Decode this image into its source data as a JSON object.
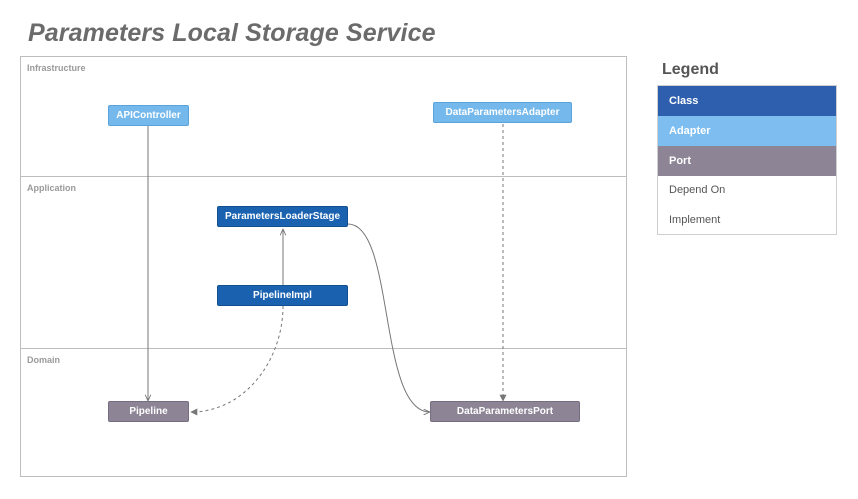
{
  "title": "Parameters Local Storage Service",
  "layers": {
    "infrastructure": "Infrastructure",
    "application": "Application",
    "domain": "Domain"
  },
  "nodes": {
    "api_controller": "APIController",
    "data_parameters_adapter": "DataParametersAdapter",
    "parameters_loader_stage": "ParametersLoaderStage",
    "pipeline_impl": "PipelineImpl",
    "pipeline": "Pipeline",
    "data_parameters_port": "DataParametersPort"
  },
  "legend": {
    "title": "Legend",
    "class": "Class",
    "adapter": "Adapter",
    "port": "Port",
    "depend_on": "Depend On",
    "implement": "Implement"
  },
  "colors": {
    "class": "#1a62b0",
    "adapter": "#74b8ec",
    "port": "#8d8496",
    "edge": "#777777"
  }
}
